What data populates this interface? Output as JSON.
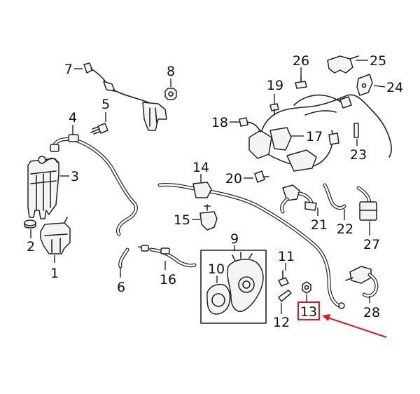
{
  "diagram": {
    "callouts": [
      {
        "id": "1",
        "label": "1"
      },
      {
        "id": "2",
        "label": "2"
      },
      {
        "id": "3",
        "label": "3"
      },
      {
        "id": "4",
        "label": "4"
      },
      {
        "id": "5",
        "label": "5"
      },
      {
        "id": "6",
        "label": "6"
      },
      {
        "id": "7",
        "label": "7"
      },
      {
        "id": "8",
        "label": "8"
      },
      {
        "id": "9",
        "label": "9"
      },
      {
        "id": "10",
        "label": "10"
      },
      {
        "id": "11",
        "label": "11"
      },
      {
        "id": "12",
        "label": "12"
      },
      {
        "id": "13",
        "label": "13"
      },
      {
        "id": "14",
        "label": "14"
      },
      {
        "id": "15",
        "label": "15"
      },
      {
        "id": "16",
        "label": "16"
      },
      {
        "id": "17",
        "label": "17"
      },
      {
        "id": "18",
        "label": "18"
      },
      {
        "id": "19",
        "label": "19"
      },
      {
        "id": "20",
        "label": "20"
      },
      {
        "id": "21",
        "label": "21"
      },
      {
        "id": "22",
        "label": "22"
      },
      {
        "id": "23",
        "label": "23"
      },
      {
        "id": "24",
        "label": "24"
      },
      {
        "id": "25",
        "label": "25"
      },
      {
        "id": "26",
        "label": "26"
      },
      {
        "id": "27",
        "label": "27"
      },
      {
        "id": "28",
        "label": "28"
      }
    ],
    "highlighted_callout": "13",
    "highlight_color": "#e0191e",
    "line_color": "#222222"
  }
}
